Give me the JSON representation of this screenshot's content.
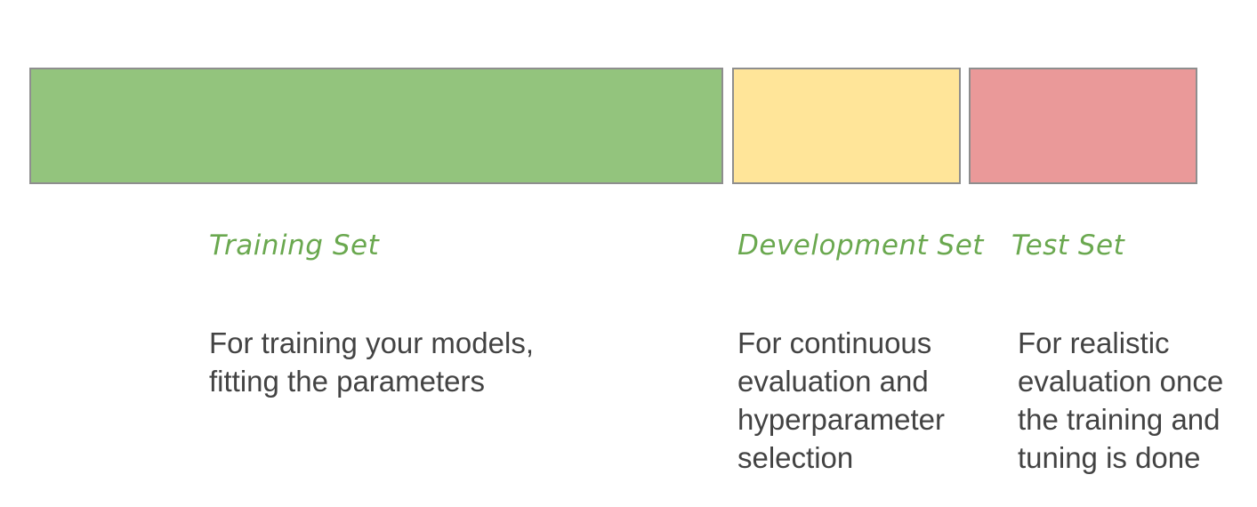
{
  "colors": {
    "training": "#93c47d",
    "development": "#ffe599",
    "test": "#ea9999",
    "title_text": "#6aa84f",
    "body_text": "#434343"
  },
  "sets": [
    {
      "title": "Training Set",
      "description_lines": [
        "For training your models,",
        "fitting the parameters"
      ]
    },
    {
      "title": "Development Set",
      "description_lines": [
        "For continuous",
        "evaluation and",
        "hyperparameter",
        "selection"
      ]
    },
    {
      "title": "Test Set",
      "description_lines": [
        "For realistic",
        "evaluation once",
        "the training and",
        "tuning is done"
      ]
    }
  ]
}
